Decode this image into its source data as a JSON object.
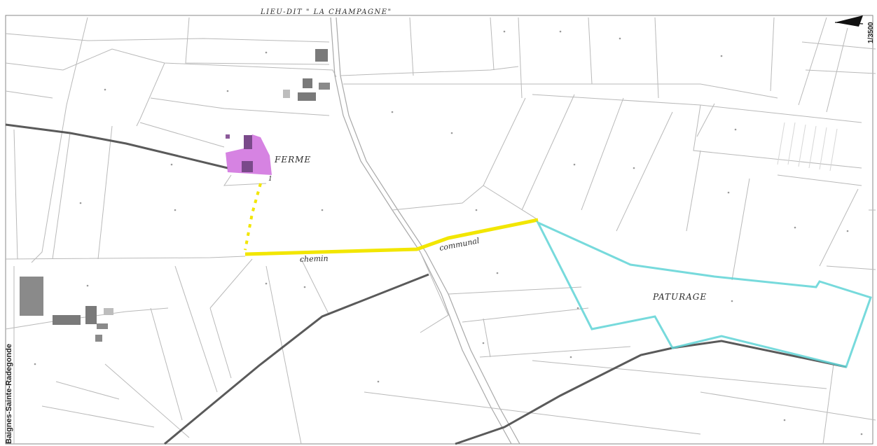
{
  "header": {
    "title": "LIEU-DIT \" LA CHAMPAGNE\""
  },
  "scale": {
    "label": "1/3500"
  },
  "labels": {
    "farm": "FERME",
    "pasture": "PATURAGE",
    "path_word1": "chemin",
    "path_word2": "communal",
    "commune": "Baignes-Sainte-Radegonde",
    "parcel_number": "1"
  },
  "colors": {
    "farm_highlight": "#c85ad8",
    "path_highlight": "#f2e600",
    "pasture_outline": "#5fd3d6",
    "boundary_line": "#5a5a5a",
    "building": "#7a7a7a"
  },
  "icons": {
    "north_arrow": "north-arrow-icon"
  }
}
